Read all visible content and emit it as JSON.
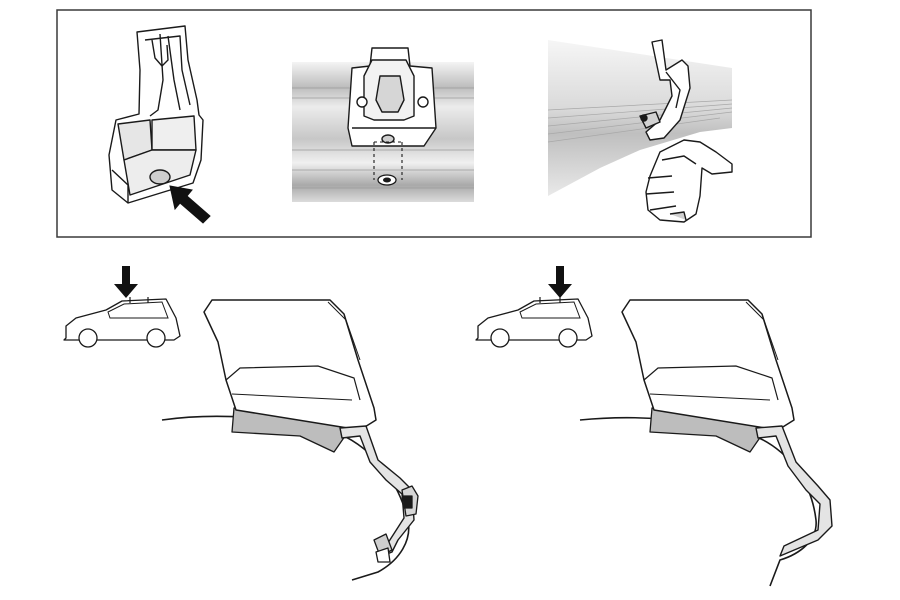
{
  "colors": {
    "line": "#1a1a1a",
    "frame": "#3a3a3a",
    "panel_gray": "#d2d2d2",
    "bar_light": "#e6e6e6",
    "bar_mid": "#b9b9b9",
    "bar_dark": "#8d8d8d",
    "pad_gray": "#bdbdbd",
    "background": "#ffffff"
  },
  "icons": {
    "arrow": "down-arrow-icon",
    "pointer": "diagonal-arrow-icon",
    "car": "hatchback-car-icon"
  },
  "steps": [
    {
      "id": "foot-bracket",
      "icon": "diagonal-arrow-icon"
    },
    {
      "id": "bracket-on-bar",
      "icon": "screw-hole-icon"
    },
    {
      "id": "hand-install",
      "icon": "hand-icon"
    }
  ],
  "placements": [
    {
      "id": "front-position",
      "car_marker": "front-roof-marks"
    },
    {
      "id": "rear-position",
      "car_marker": "rear-roof-marks"
    }
  ]
}
